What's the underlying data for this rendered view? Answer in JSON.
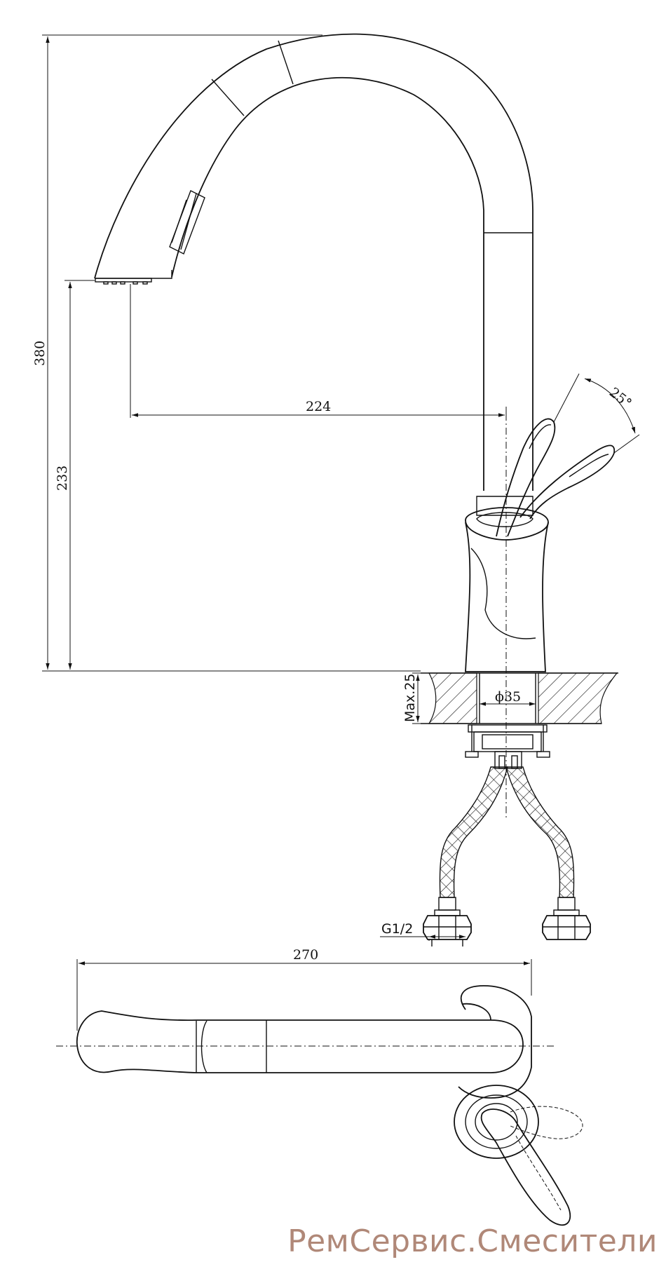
{
  "dimensions": {
    "total_height": "380",
    "spout_height": "233",
    "spout_reach": "224",
    "handle_angle": "25°",
    "max_thickness": "Max.25",
    "hole_diameter": "ϕ35",
    "thread": "G1/2",
    "top_length": "270"
  },
  "watermark": "РемСервис.Смесители",
  "colors": {
    "line": "#111111",
    "watermark": "#b08878"
  }
}
